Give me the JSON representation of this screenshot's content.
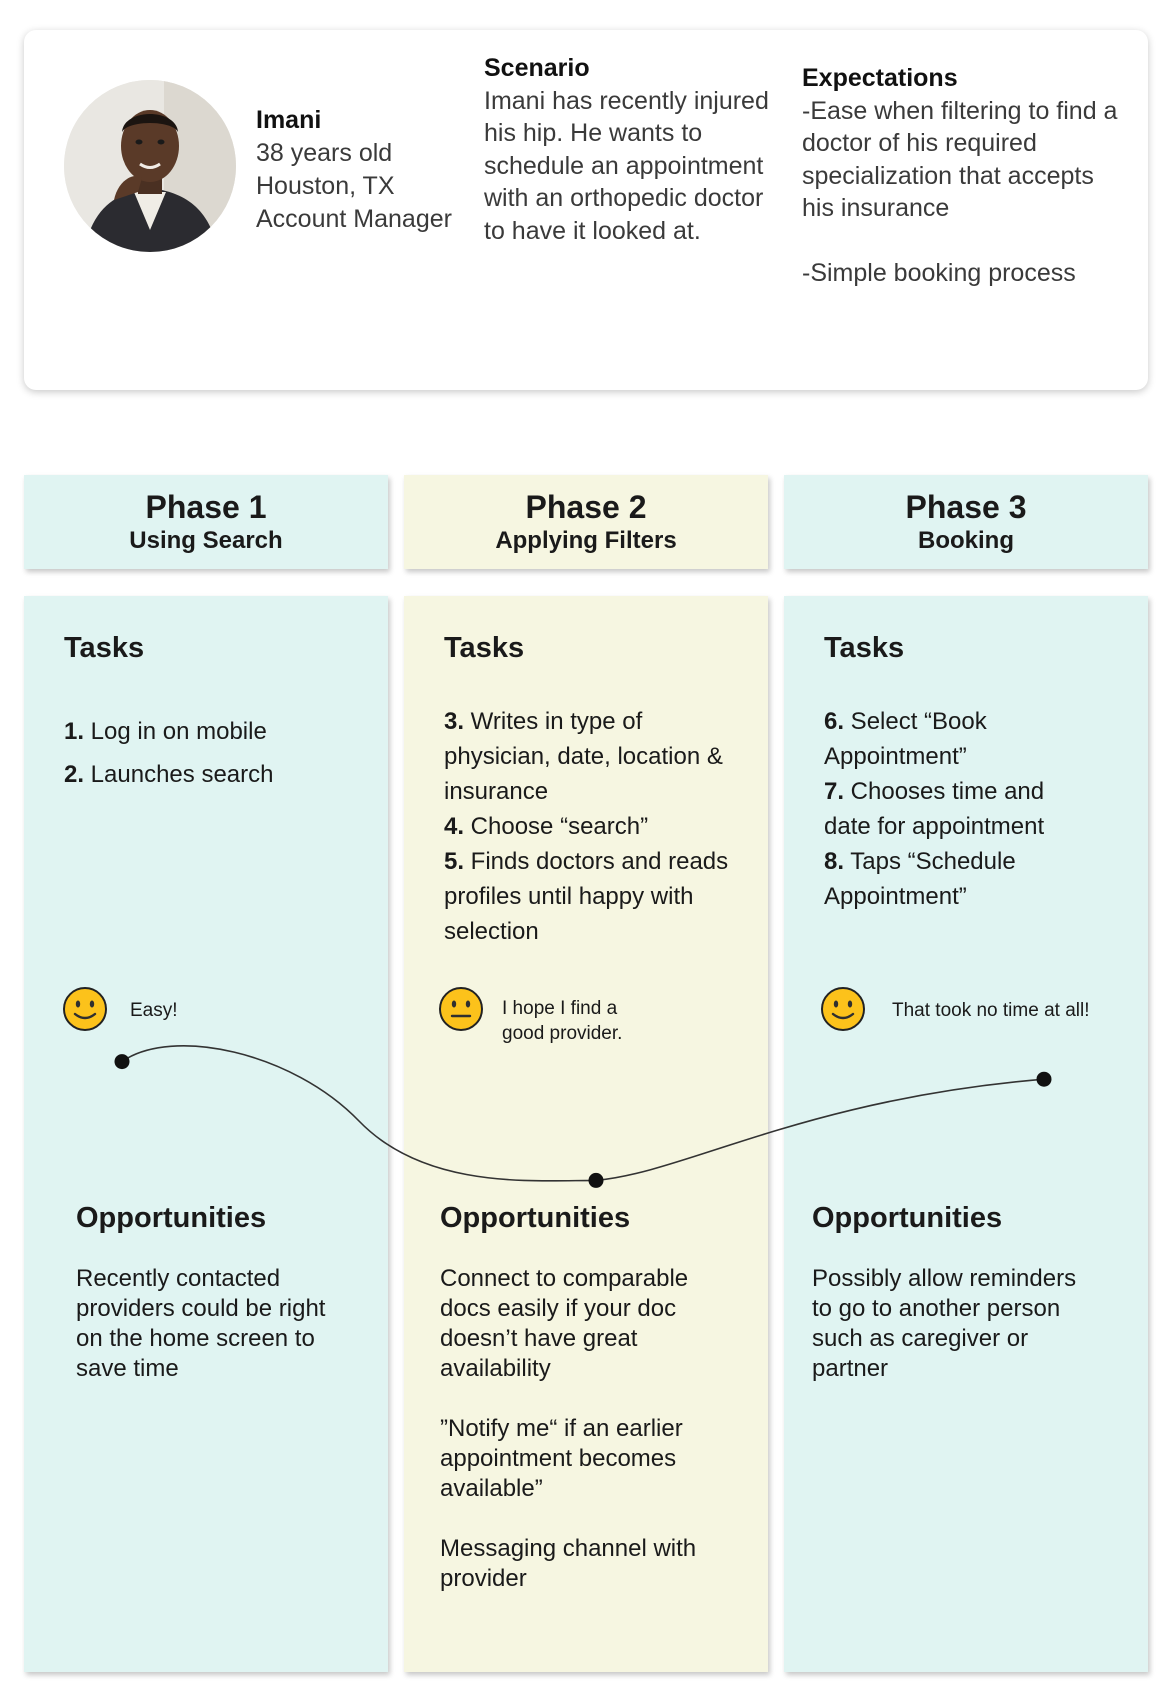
{
  "persona": {
    "name": "Imani",
    "age": "38 years old",
    "location": "Houston, TX",
    "job": "Account Manager",
    "scenario_heading": "Scenario",
    "scenario_text": "Imani has recently injured his hip. He wants to schedule an appointment with an orthopedic doctor to have it looked at.",
    "expectations_heading": "Expectations",
    "expectations": [
      "-Ease when filtering to find a doctor of his required specialization that accepts his insurance",
      "-Simple booking process"
    ]
  },
  "phases": [
    {
      "title": "Phase 1",
      "subtitle": "Using Search",
      "color": "#e0f4f2",
      "tasks_heading": "Tasks",
      "tasks": [
        {
          "num": "1.",
          "text": " Log in on mobile"
        },
        {
          "num": "2.",
          "text": " Launches search"
        }
      ],
      "feeling": "Easy!",
      "feeling_icon": "smiling-face-icon",
      "emotion_level": 0.72,
      "opportunities_heading": "Opportunities",
      "opportunities": [
        "Recently contacted providers could be right on the home screen to save time"
      ]
    },
    {
      "title": "Phase 2",
      "subtitle": "Applying Filters",
      "color": "#f6f6e1",
      "tasks_heading": "Tasks",
      "tasks": [
        {
          "num": "3.",
          "text": " Writes in type of physician, date, location & insurance"
        },
        {
          "num": "4.",
          "text": " Choose “search”"
        },
        {
          "num": "5.",
          "text": " Finds doctors and reads profiles until happy with selection"
        }
      ],
      "feeling": "I hope I find a good provider.",
      "feeling_icon": "neutral-face-icon",
      "emotion_level": 0.18,
      "opportunities_heading": "Opportunities",
      "opportunities": [
        "Connect to comparable docs easily if your doc doesn’t have great availability",
        "”Notify me“ if an earlier appointment becomes available”",
        "Messaging channel with provider"
      ]
    },
    {
      "title": "Phase 3",
      "subtitle": "Booking",
      "color": "#e0f4f2",
      "tasks_heading": "Tasks",
      "tasks": [
        {
          "num": "6.",
          "text": " Select “Book Appointment”"
        },
        {
          "num": "7.",
          "text": " Chooses time and date for appointment"
        },
        {
          "num": "8.",
          "text": " Taps “Schedule Appointment”"
        }
      ],
      "feeling": "That took no time at all!",
      "feeling_icon": "smiling-face-icon",
      "emotion_level": 0.64,
      "opportunities_heading": "Opportunities",
      "opportunities": [
        "Possibly allow reminders to go to another person such as caregiver or partner"
      ]
    }
  ]
}
